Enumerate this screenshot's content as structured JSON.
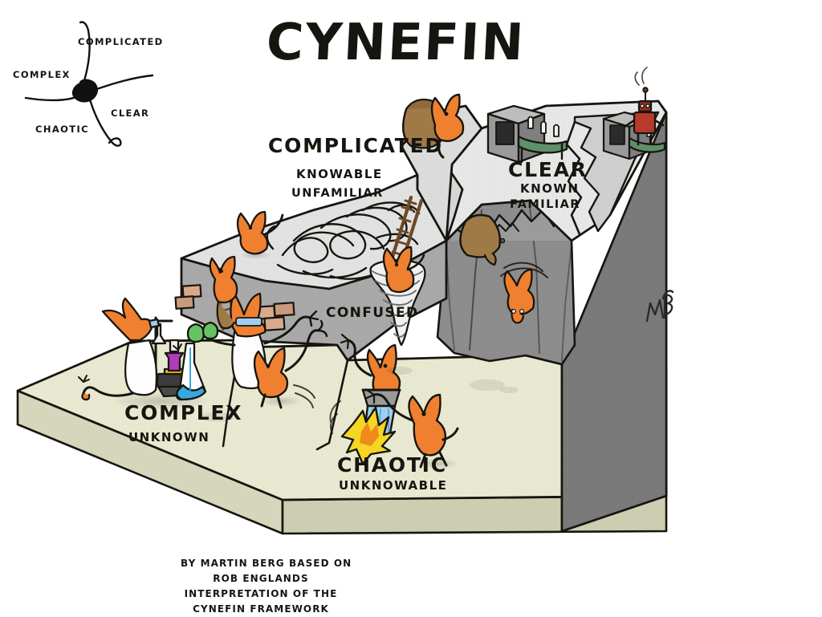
{
  "title": "CYNEFIN",
  "mini_diagram": {
    "name": "cynefin-mini-sketch",
    "labels": {
      "complicated": "COMPLICATED",
      "complex": "COMPLEX",
      "clear": "CLEAR",
      "chaotic": "CHAOTIC"
    }
  },
  "domains": {
    "complicated": {
      "label": "COMPLICATED",
      "sub1": "KNOWABLE",
      "sub2": "UNFAMILIAR"
    },
    "clear": {
      "label": "CLEAR",
      "sub1": "KNOWN",
      "sub2": "FAMILIAR"
    },
    "complex": {
      "label": "COMPLEX",
      "sub1": "UNKNOWN",
      "sub2": ""
    },
    "chaotic": {
      "label": "CHAOTIC",
      "sub1": "UNKNOWABLE",
      "sub2": ""
    },
    "confused": {
      "label": "CONFUSED"
    }
  },
  "credits": {
    "line1": "BY MARTIN BERG BASED ON",
    "line2": "ROB ENGLANDS",
    "line3": "INTERPRETATION OF THE",
    "line4": "CYNEFIN FRAMEWORK"
  },
  "signature": "MB",
  "colors": {
    "ink": "#17150f",
    "lowland_top": "#e9e9d2",
    "lowland_side": "#dedec4",
    "lowland_front": "#d4d4ba",
    "plateau_top": "#e2e2e2",
    "plateau_side": "#a9a9a9",
    "clear_top": "#e6e6e6",
    "cliff_mid": "#8f8f8f",
    "cliff_dark": "#6f6f6f",
    "slope_dark": "#7a7a7a",
    "creature_orange": "#ef8030",
    "creature_orange_dark": "#c95f18",
    "sack_brown": "#a07a46",
    "robot_red": "#b73a2c",
    "flask_blue": "#35a8e0",
    "flask_purple": "#b23bbd",
    "fire_yellow": "#f5d623",
    "water_blue": "#9fcfee",
    "brick": "#d9a98c",
    "coat_white": "#fdfdfd",
    "background": "#ffffff"
  },
  "scene_objects": {
    "lab": "chemistry-lab-scene",
    "tangle": "spaghetti-tangle",
    "ladder": "ladder",
    "tornado": "tornado-vortex",
    "conveyor_left": "conveyor-belt-line",
    "conveyor_right": "conveyor-belt-line",
    "bricks": "brick-stack",
    "fire": "fire-and-bucket",
    "falling_creature": "falling-creature",
    "sack_carrier": "sack-carrying-creature"
  }
}
